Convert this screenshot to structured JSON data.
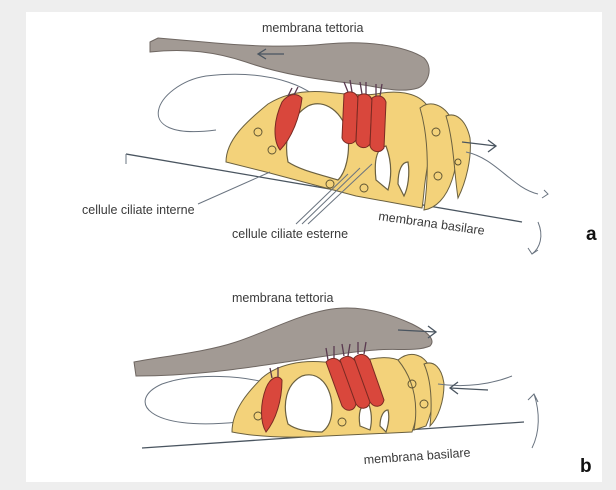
{
  "panel_a": {
    "letter": "a",
    "tectorial_label": "membrana tettoria",
    "inner_cells_label": "cellule ciliate interne",
    "outer_cells_label": "cellule ciliate esterne",
    "basilar_label": "membrana basilare"
  },
  "panel_b": {
    "letter": "b",
    "tectorial_label": "membrana tettoria",
    "basilar_label": "membrana basilare"
  },
  "colors": {
    "tectorial_membrane": "#a29a94",
    "support_cells": "#f3d27a",
    "hair_cells": "#d9473c"
  }
}
